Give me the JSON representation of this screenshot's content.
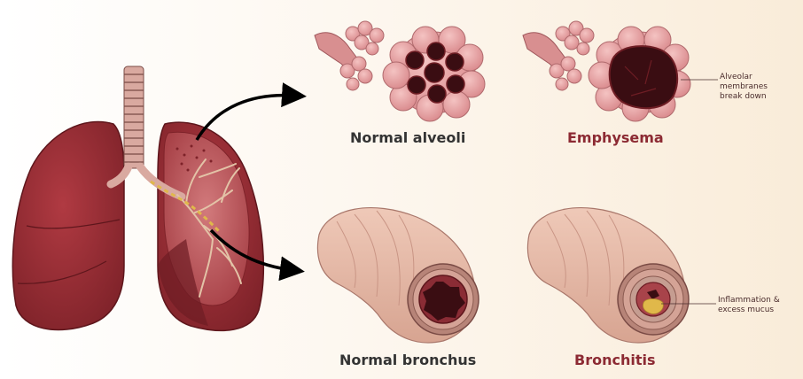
{
  "labels": {
    "normal_alveoli": "Normal alveoli",
    "emphysema": "Emphysema",
    "normal_bronchus": "Normal bronchus",
    "bronchitis": "Bronchitis"
  },
  "callouts": {
    "alveolar_line1": "Alveolar membranes",
    "alveolar_line2": "break down",
    "inflammation_line1": "Inflammation &",
    "inflammation_line2": "excess mucus"
  },
  "colors": {
    "lung": "#9b2d35",
    "lung_dark": "#6e1d24",
    "alveoli_pink": "#e8a7a9",
    "bronchus_tan": "#e6bfae",
    "disease_text": "#8c2a33",
    "mucus": "#e0b84a"
  }
}
